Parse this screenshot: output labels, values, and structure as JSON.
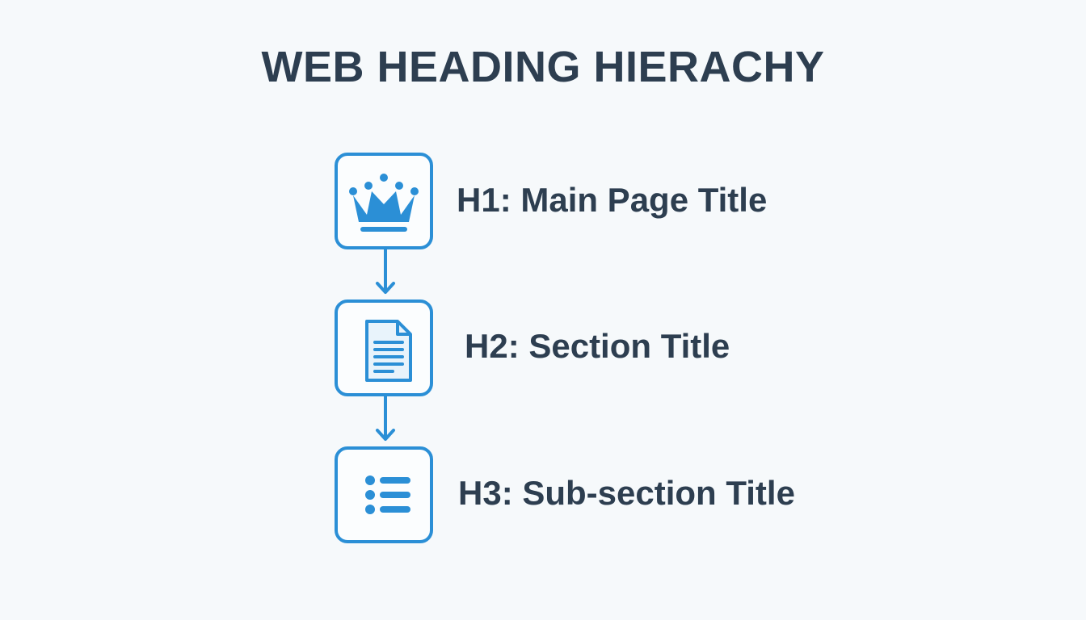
{
  "title": "WEB HEADING HIERACHY",
  "accent_color": "#2b8fd6",
  "text_color": "#2d3e50",
  "levels": [
    {
      "label": "H1: Main Page Title",
      "icon": "crown-icon"
    },
    {
      "label": "H2: Section Title",
      "icon": "document-icon"
    },
    {
      "label": "H3: Sub-section Title",
      "icon": "list-icon"
    }
  ]
}
